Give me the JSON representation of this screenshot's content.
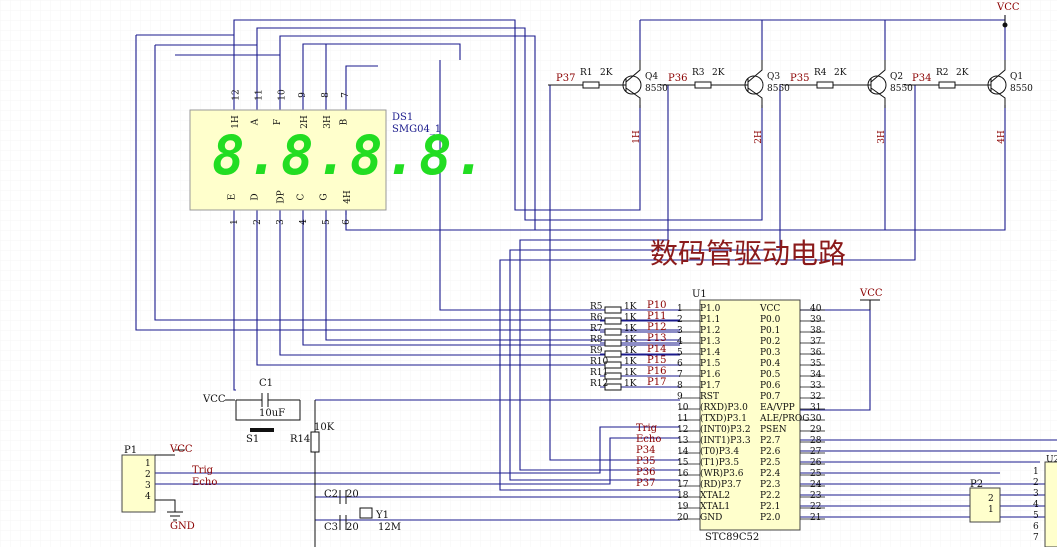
{
  "title": "数码管驱动电路",
  "display": {
    "ref": "DS1",
    "part": "SMG04_1",
    "digits": "8.8.8.8.",
    "top_pins": [
      {
        "num": "12",
        "name": "1H"
      },
      {
        "num": "11",
        "name": "A"
      },
      {
        "num": "10",
        "name": "F"
      },
      {
        "num": "9",
        "name": "2H"
      },
      {
        "num": "8",
        "name": "3H"
      },
      {
        "num": "7",
        "name": "B"
      }
    ],
    "bottom_pins": [
      {
        "num": "1",
        "name": "E"
      },
      {
        "num": "2",
        "name": "D"
      },
      {
        "num": "3",
        "name": "DP"
      },
      {
        "num": "4",
        "name": "C"
      },
      {
        "num": "5",
        "name": "G"
      },
      {
        "num": "6",
        "name": "4H"
      }
    ]
  },
  "transistors": [
    {
      "ref": "Q4",
      "part": "8550",
      "net": "P37",
      "res": "R1",
      "val": "2K",
      "out": "1H"
    },
    {
      "ref": "Q3",
      "part": "8550",
      "net": "P36",
      "res": "R3",
      "val": "2K",
      "out": "2H"
    },
    {
      "ref": "Q2",
      "part": "8550",
      "net": "P35",
      "res": "R4",
      "val": "2K",
      "out": "3H"
    },
    {
      "ref": "Q1",
      "part": "8550",
      "net": "P34",
      "res": "R2",
      "val": "2K",
      "out": "4H"
    }
  ],
  "mcu": {
    "ref": "U1",
    "part": "STC89C52",
    "left_pins": [
      {
        "num": "1",
        "name": "P1.0"
      },
      {
        "num": "2",
        "name": "P1.1"
      },
      {
        "num": "3",
        "name": "P1.2"
      },
      {
        "num": "4",
        "name": "P1.3"
      },
      {
        "num": "5",
        "name": "P1.4"
      },
      {
        "num": "6",
        "name": "P1.5"
      },
      {
        "num": "7",
        "name": "P1.6"
      },
      {
        "num": "8",
        "name": "P1.7"
      },
      {
        "num": "9",
        "name": "RST"
      },
      {
        "num": "10",
        "name": "(RXD)P3.0"
      },
      {
        "num": "11",
        "name": "(TXD)P3.1"
      },
      {
        "num": "12",
        "name": "(INT0)P3.2"
      },
      {
        "num": "13",
        "name": "(INT1)P3.3"
      },
      {
        "num": "14",
        "name": "(T0)P3.4"
      },
      {
        "num": "15",
        "name": "(T1)P3.5"
      },
      {
        "num": "16",
        "name": "(WR)P3.6"
      },
      {
        "num": "17",
        "name": "(RD)P3.7"
      },
      {
        "num": "18",
        "name": "XTAL2"
      },
      {
        "num": "19",
        "name": "XTAL1"
      },
      {
        "num": "20",
        "name": "GND"
      }
    ],
    "right_pins": [
      {
        "num": "40",
        "name": "VCC"
      },
      {
        "num": "39",
        "name": "P0.0"
      },
      {
        "num": "38",
        "name": "P0.1"
      },
      {
        "num": "37",
        "name": "P0.2"
      },
      {
        "num": "36",
        "name": "P0.3"
      },
      {
        "num": "35",
        "name": "P0.4"
      },
      {
        "num": "34",
        "name": "P0.5"
      },
      {
        "num": "33",
        "name": "P0.6"
      },
      {
        "num": "32",
        "name": "P0.7"
      },
      {
        "num": "31",
        "name": "EA/VPP"
      },
      {
        "num": "30",
        "name": "ALE/PROG"
      },
      {
        "num": "29",
        "name": "PSEN"
      },
      {
        "num": "28",
        "name": "P2.7"
      },
      {
        "num": "27",
        "name": "P2.6"
      },
      {
        "num": "26",
        "name": "P2.5"
      },
      {
        "num": "25",
        "name": "P2.4"
      },
      {
        "num": "24",
        "name": "P2.3"
      },
      {
        "num": "23",
        "name": "P2.2"
      },
      {
        "num": "22",
        "name": "P2.1"
      },
      {
        "num": "21",
        "name": "P2.0"
      }
    ]
  },
  "seg_resistors": [
    {
      "ref": "R5",
      "val": "1K",
      "net": "P10"
    },
    {
      "ref": "R6",
      "val": "1K",
      "net": "P11"
    },
    {
      "ref": "R7",
      "val": "1K",
      "net": "P12"
    },
    {
      "ref": "R8",
      "val": "1K",
      "net": "P13"
    },
    {
      "ref": "R9",
      "val": "1K",
      "net": "P14"
    },
    {
      "ref": "R10",
      "val": "1K",
      "net": "P15"
    },
    {
      "ref": "R11",
      "val": "1K",
      "net": "P16"
    },
    {
      "ref": "R12",
      "val": "1K",
      "net": "P17"
    }
  ],
  "p3_nets": [
    "Trig",
    "Echo",
    "P34",
    "P35",
    "P36",
    "P37"
  ],
  "reset": {
    "cap": "C1",
    "cap_val": "10uF",
    "switch": "S1",
    "res": "R14",
    "res_val": "10K",
    "vcc": "VCC"
  },
  "crystal": {
    "c2": "C2",
    "c2_val": "20",
    "c3": "C3",
    "c3_val": "20",
    "xtal": "Y1",
    "xtal_val": "12M"
  },
  "p1": {
    "ref": "P1",
    "vcc": "VCC",
    "gnd": "GND",
    "trig": "Trig",
    "echo": "Echo",
    "pins": [
      "1",
      "2",
      "3",
      "4"
    ]
  },
  "p2": {
    "ref": "P2",
    "pins": [
      "2",
      "1"
    ]
  },
  "right_conn": {
    "ref": "U2",
    "pins": [
      "1",
      "2",
      "3",
      "4",
      "5",
      "6",
      "7"
    ]
  },
  "vcc": "VCC"
}
